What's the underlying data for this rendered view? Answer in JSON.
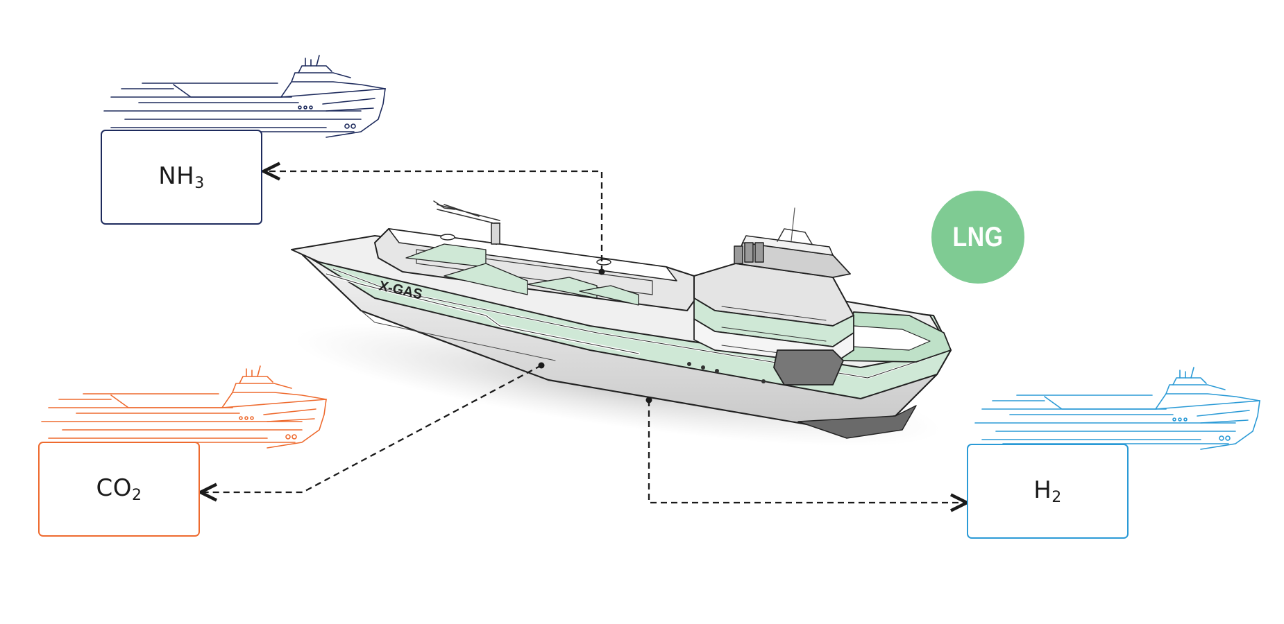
{
  "diagram": {
    "central_ship": {
      "hull_text": "X-GAS"
    },
    "center_fuel_badge": {
      "label": "LNG",
      "color": "#7fcb93"
    },
    "fuel_targets": [
      {
        "id": "nh3",
        "base": "NH",
        "subscript": "3",
        "color": "#1d2a5c"
      },
      {
        "id": "co2",
        "base": "CO",
        "subscript": "2",
        "color": "#ee6a2e"
      },
      {
        "id": "h2",
        "base": "H",
        "subscript": "2",
        "color": "#2a9ad6"
      }
    ],
    "connector_style": "dashed-arrow"
  }
}
